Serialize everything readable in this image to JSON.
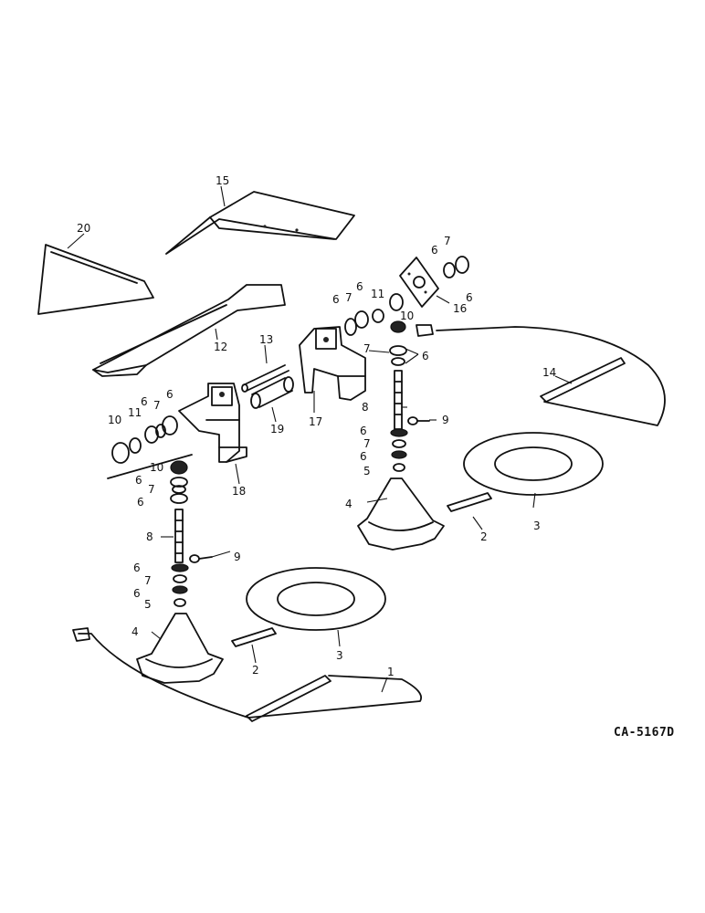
{
  "drawing_code": "CA-5167D",
  "callouts": {
    "c1": "1",
    "c2a": "2",
    "c2b": "2",
    "c3a": "3",
    "c3b": "3",
    "c4a": "4",
    "c4b": "4",
    "c5a": "5",
    "c5b": "5",
    "c6a": "6",
    "c6b": "6",
    "c6c": "6",
    "c6d": "6",
    "c6e": "6",
    "c6f": "6",
    "c6g": "6",
    "c6h": "6",
    "c6i": "6",
    "c6j": "6",
    "c6k": "6",
    "c6l": "6",
    "c6m": "6",
    "c7a": "7",
    "c7b": "7",
    "c7c": "7",
    "c7d": "7",
    "c7e": "7",
    "c7f": "7",
    "c7g": "7",
    "c8a": "8",
    "c8b": "8",
    "c9a": "9",
    "c9b": "9",
    "c10a": "10",
    "c10b": "10",
    "c10c": "10",
    "c11a": "11",
    "c11b": "11",
    "c12": "12",
    "c13": "13",
    "c14": "14",
    "c15": "15",
    "c16": "16",
    "c17": "17",
    "c18": "18",
    "c19": "19",
    "c20": "20"
  }
}
